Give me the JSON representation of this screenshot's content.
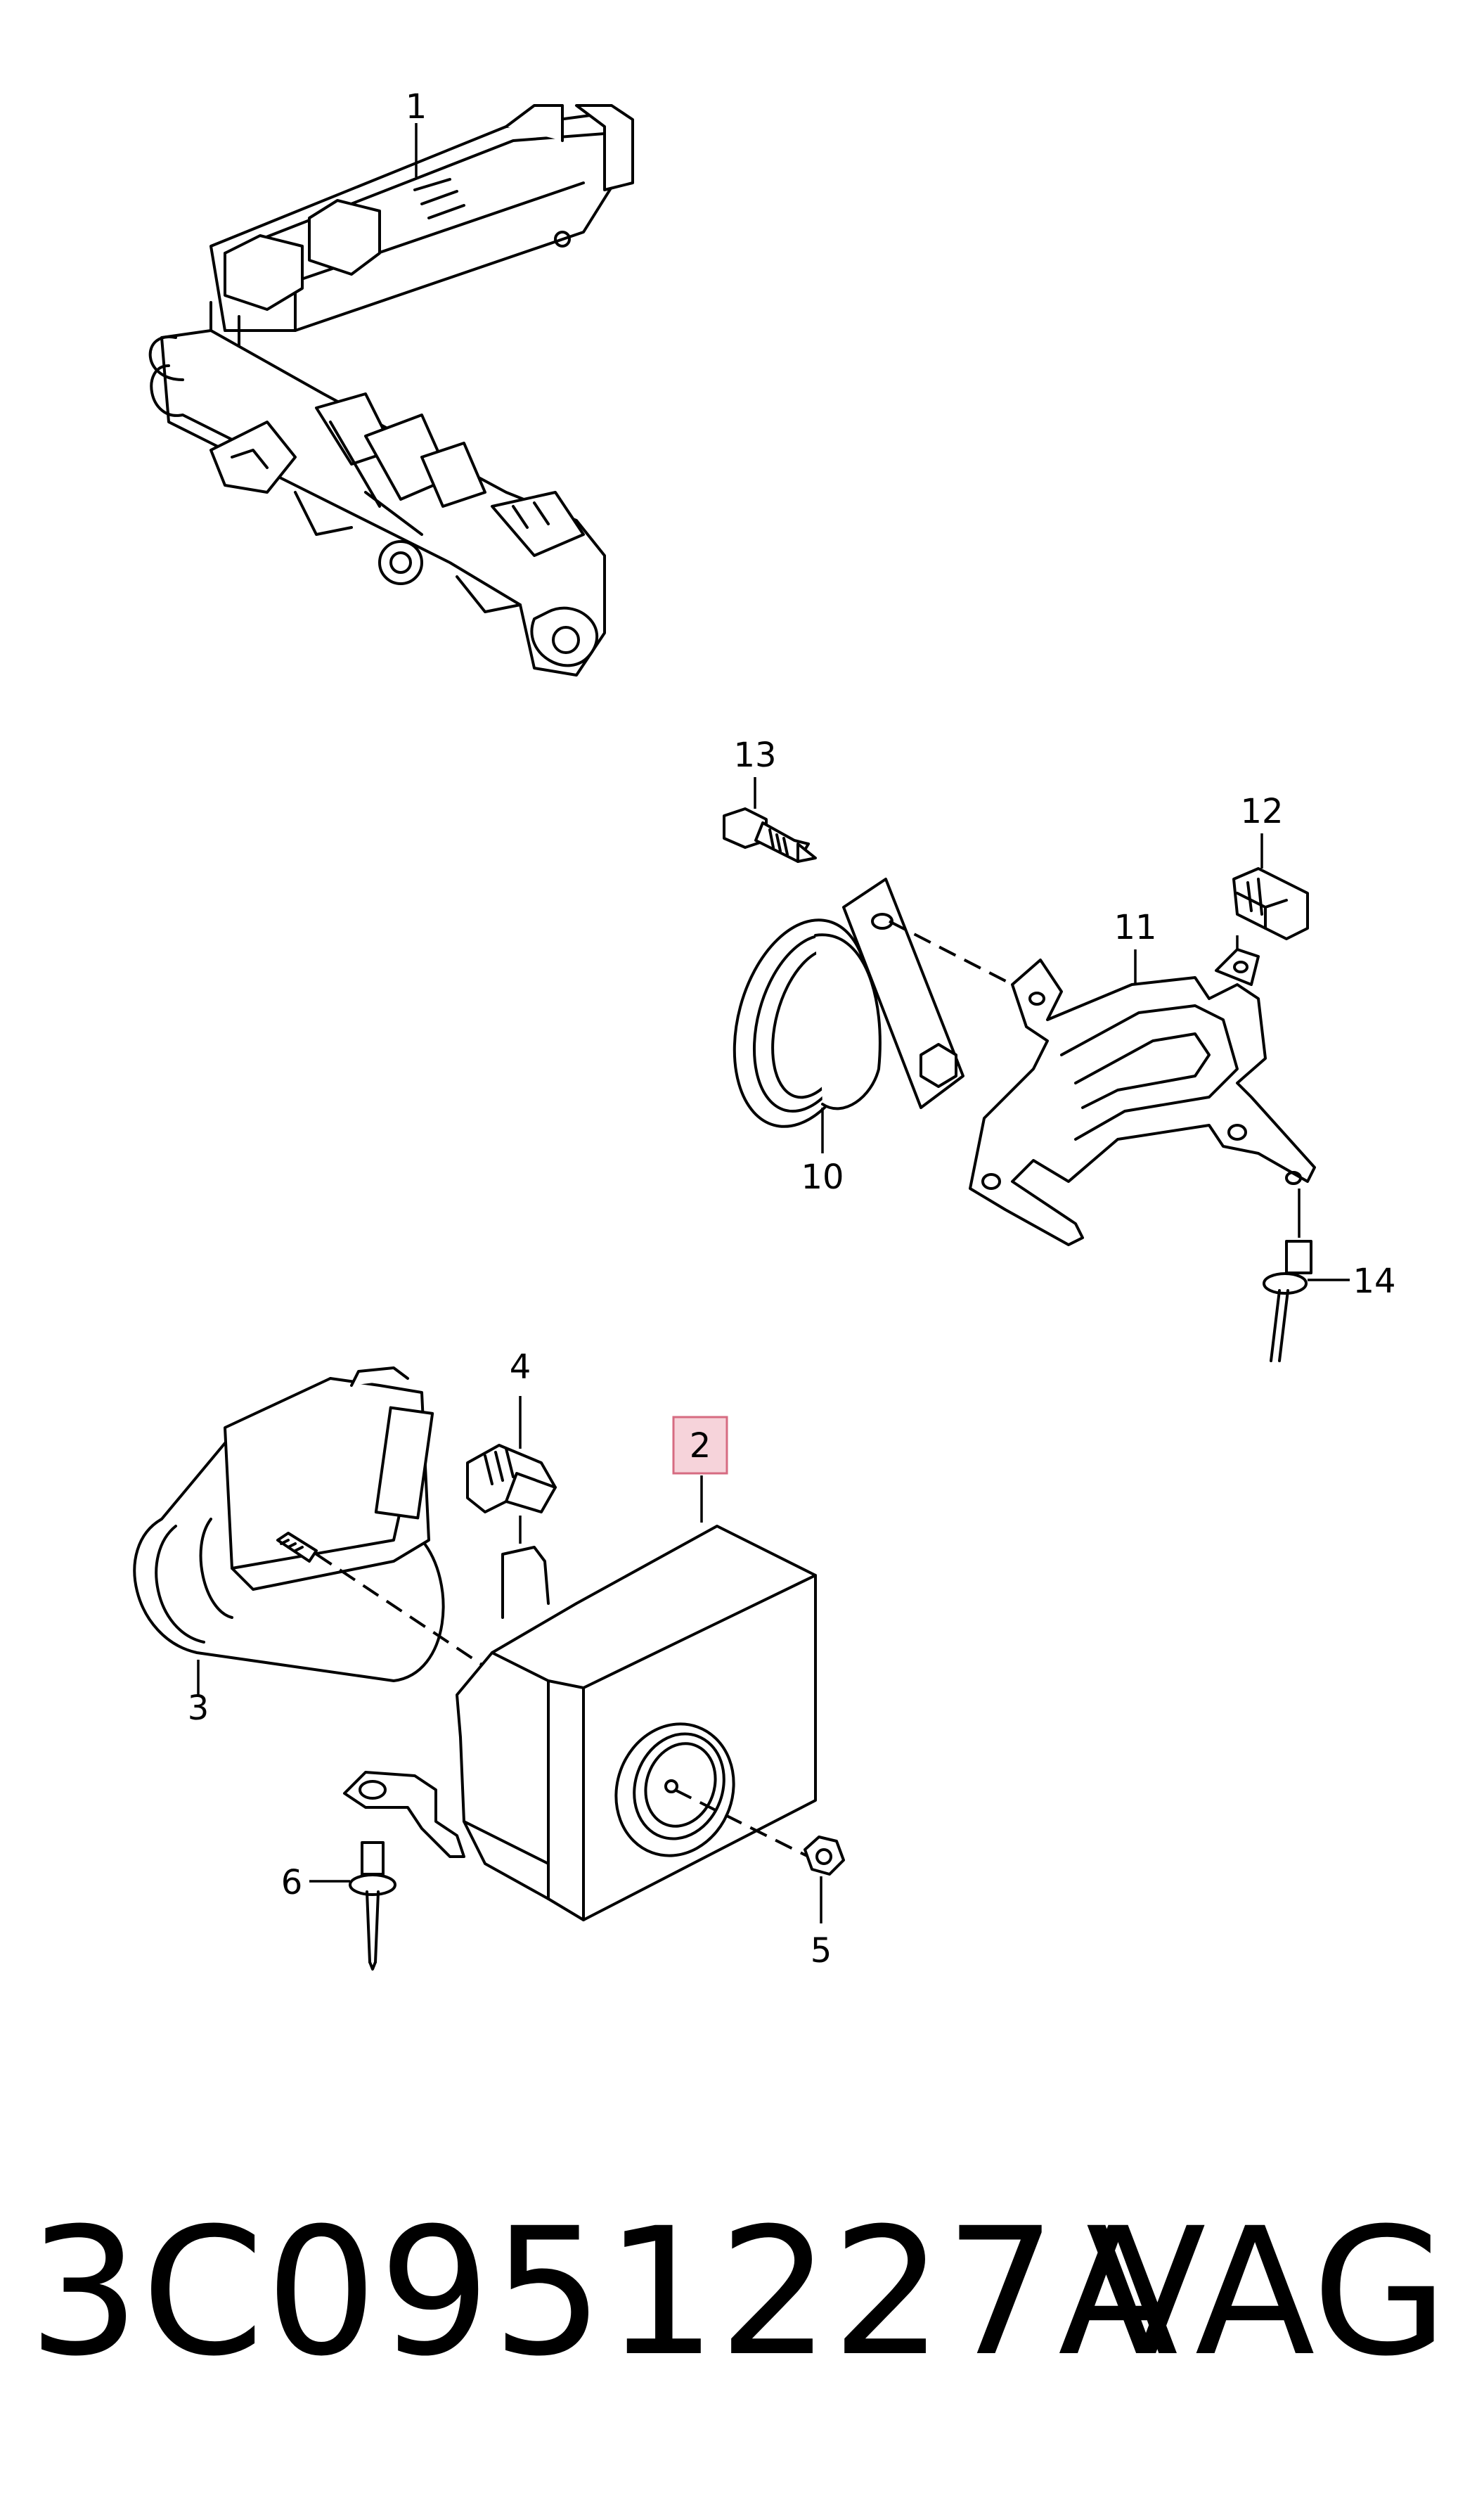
{
  "callouts": [
    {
      "id": "c1",
      "label": "1"
    },
    {
      "id": "c2",
      "label": "2",
      "highlighted": true
    },
    {
      "id": "c3",
      "label": "3"
    },
    {
      "id": "c4",
      "label": "4"
    },
    {
      "id": "c5",
      "label": "5"
    },
    {
      "id": "c6",
      "label": "6"
    },
    {
      "id": "c10",
      "label": "10"
    },
    {
      "id": "c11",
      "label": "11"
    },
    {
      "id": "c12",
      "label": "12"
    },
    {
      "id": "c13",
      "label": "13"
    },
    {
      "id": "c14",
      "label": "14"
    }
  ],
  "footer": {
    "part_number": "3C0951227A",
    "brand": "VAG"
  },
  "colors": {
    "line": "#000000",
    "highlight_fill": "#f6d3da",
    "highlight_border": "#d66b81",
    "background": "#ffffff"
  }
}
